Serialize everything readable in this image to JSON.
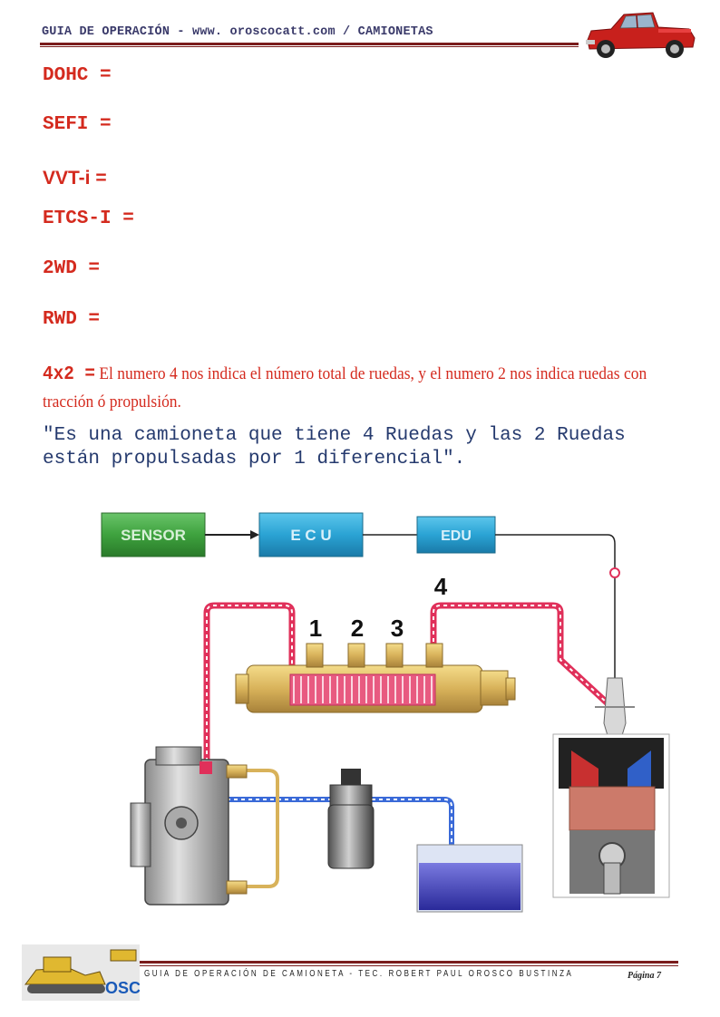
{
  "header": {
    "text": "GUIA DE OPERACIÓN - www. oroscocatt.com / CAMIONETAS"
  },
  "terms": [
    {
      "label": "DOHC ="
    },
    {
      "label": "SEFI ="
    },
    {
      "label": "VVT-i ="
    },
    {
      "label": "ETCS-I ="
    },
    {
      "label": "2WD ="
    },
    {
      "label": "RWD ="
    }
  ],
  "definition": {
    "lead": "4x2 =",
    "text": "El numero 4 nos indica el número total de ruedas, y el numero 2 nos indica ruedas con tracción ó propulsión."
  },
  "quote": "\"Es una camioneta que tiene 4 Ruedas y las 2 Ruedas están propulsadas por 1 diferencial\".",
  "diagram": {
    "sensor_label": "SENSOR",
    "ecu_label": "E C U",
    "edu_label": "EDU",
    "num_1": "1",
    "num_2": "2",
    "num_3": "3",
    "num_4": "4"
  },
  "footer": {
    "text": "GUIA DE OPERACIÓN DE CAMIONETA - TEC. ROBERT PAUL OROSCO BUSTINZA",
    "page": "Página 7"
  },
  "logo": {
    "brand_text": "OSCO"
  },
  "colors": {
    "term_red": "#d42a1e",
    "quote_blue": "#253a6e",
    "rule_dark_red": "#7a1c1c",
    "sensor_green": "#3ea23e",
    "box_cyan": "#2aa3d4",
    "fuel_red": "#e0305a",
    "return_blue": "#3a6ad8"
  }
}
